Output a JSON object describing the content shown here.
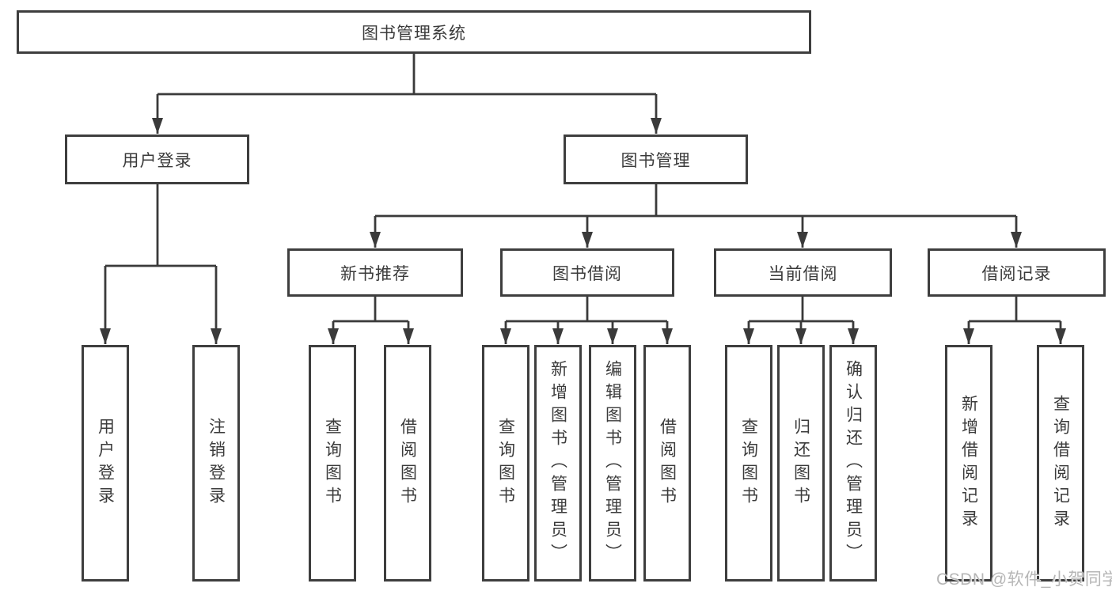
{
  "tree": {
    "label": "图书管理系统",
    "children": [
      {
        "label": "用户登录",
        "children": [
          {
            "label": "用户登录"
          },
          {
            "label": "注销登录"
          }
        ]
      },
      {
        "label": "图书管理",
        "children": [
          {
            "label": "新书推荐",
            "children": [
              {
                "label": "查询图书"
              },
              {
                "label": "借阅图书"
              }
            ]
          },
          {
            "label": "图书借阅",
            "children": [
              {
                "label": "查询图书"
              },
              {
                "label": "新增图书（管理员）"
              },
              {
                "label": "编辑图书（管理员）"
              },
              {
                "label": "借阅图书"
              }
            ]
          },
          {
            "label": "当前借阅",
            "children": [
              {
                "label": "查询图书"
              },
              {
                "label": "归还图书"
              },
              {
                "label": "确认归还（管理员）"
              }
            ]
          },
          {
            "label": "借阅记录",
            "children": [
              {
                "label": "新增借阅记录"
              },
              {
                "label": "查询借阅记录"
              }
            ]
          }
        ]
      }
    ]
  },
  "watermark": {
    "text": "CSDN @软件_小贺同学"
  },
  "colors": {
    "line": "#3a3a3a",
    "box_border": "#3e3e3e",
    "text": "#3b3b3b",
    "watermark": "#b6b6b6",
    "background": "#ffffff"
  }
}
